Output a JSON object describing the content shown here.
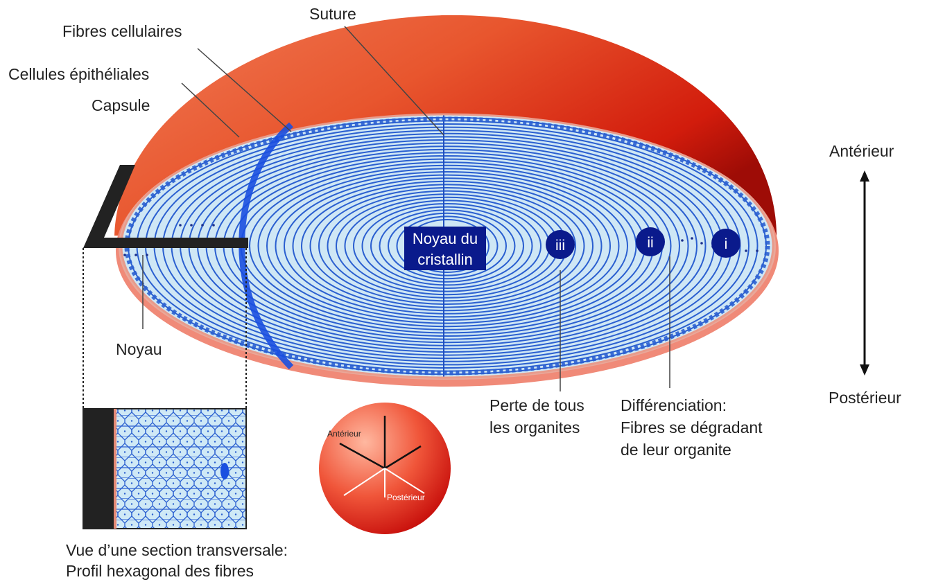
{
  "labels": {
    "suture": "Suture",
    "cell_fibres": "Fibres cellulaires",
    "epithelial_cells": "Cellules épithéliales",
    "capsule": "Capsule",
    "nucleus": "Noyau",
    "lens_nucleus_line1": "Noyau du",
    "lens_nucleus_line2": "cristallin",
    "axis_anterior": "Antérieur",
    "axis_posterior": "Postérieur",
    "stage_iii": "iii",
    "stage_ii": "ii",
    "stage_i": "i",
    "organelle_loss_line1": "Perte de tous",
    "organelle_loss_line2": "les organites",
    "differentiation_line1": "Différenciation:",
    "differentiation_line2": "Fibres se dégradant",
    "differentiation_line3": "de leur organite",
    "cross_section_line1": "Vue d’une section transversale:",
    "cross_section_line2": "Profil hexagonal des fibres",
    "suture_anterior": "Antérieur",
    "suture_posterior": "Postérieur"
  },
  "colors": {
    "capsule_red": "#d93a1c",
    "fibre_blue": "#2a5fd0",
    "fibre_light": "#cde6f4",
    "nucleus_badge": "#0a1a8c",
    "label_text": "#222222"
  }
}
